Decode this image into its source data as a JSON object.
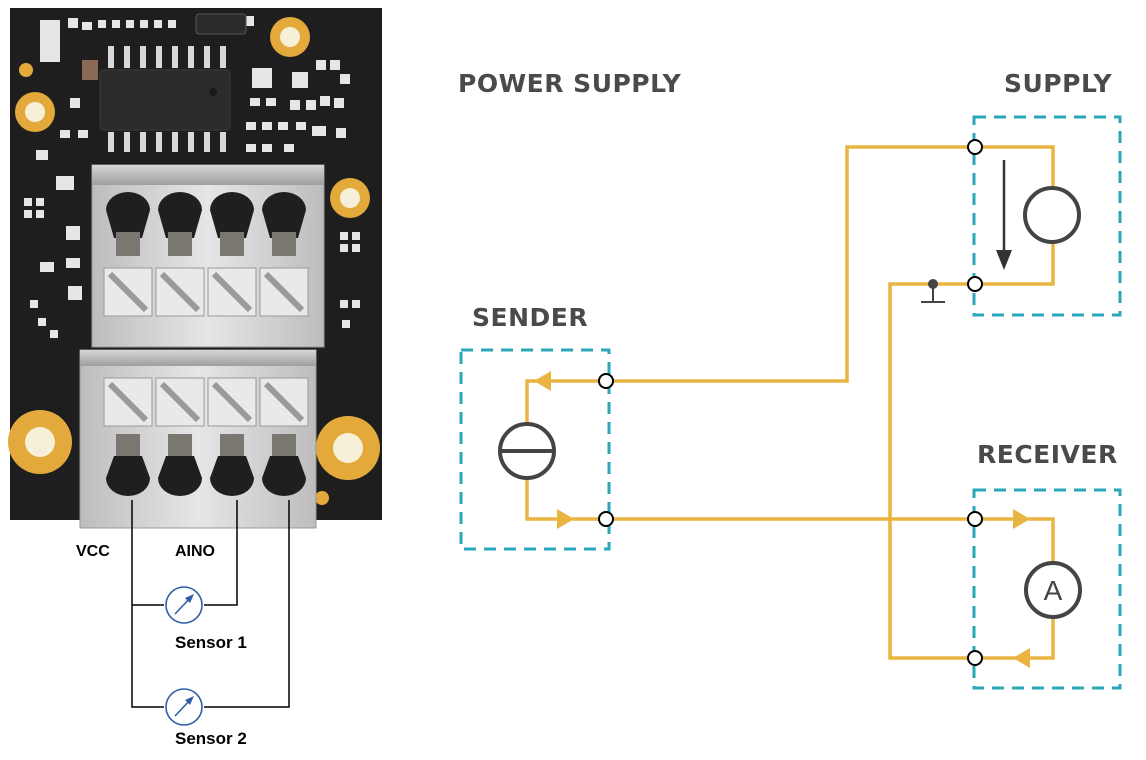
{
  "board": {
    "pin_labels": [
      "VCC",
      "AINO"
    ],
    "sensors": [
      "Sensor 1",
      "Sensor 2"
    ]
  },
  "schematic": {
    "title": "POWER SUPPLY",
    "blocks": {
      "supply": "SUPPLY",
      "sender": "SENDER",
      "receiver": "RECEIVER"
    },
    "ammeter_symbol": "A"
  },
  "colors": {
    "wire": "#E9B440",
    "dashed_box": "#2AA7B8",
    "board": "#1E1E1E",
    "pad_gold": "#E3A93A",
    "label_gray": "#4A4A4A",
    "sensor_blue": "#2F5EA8"
  }
}
